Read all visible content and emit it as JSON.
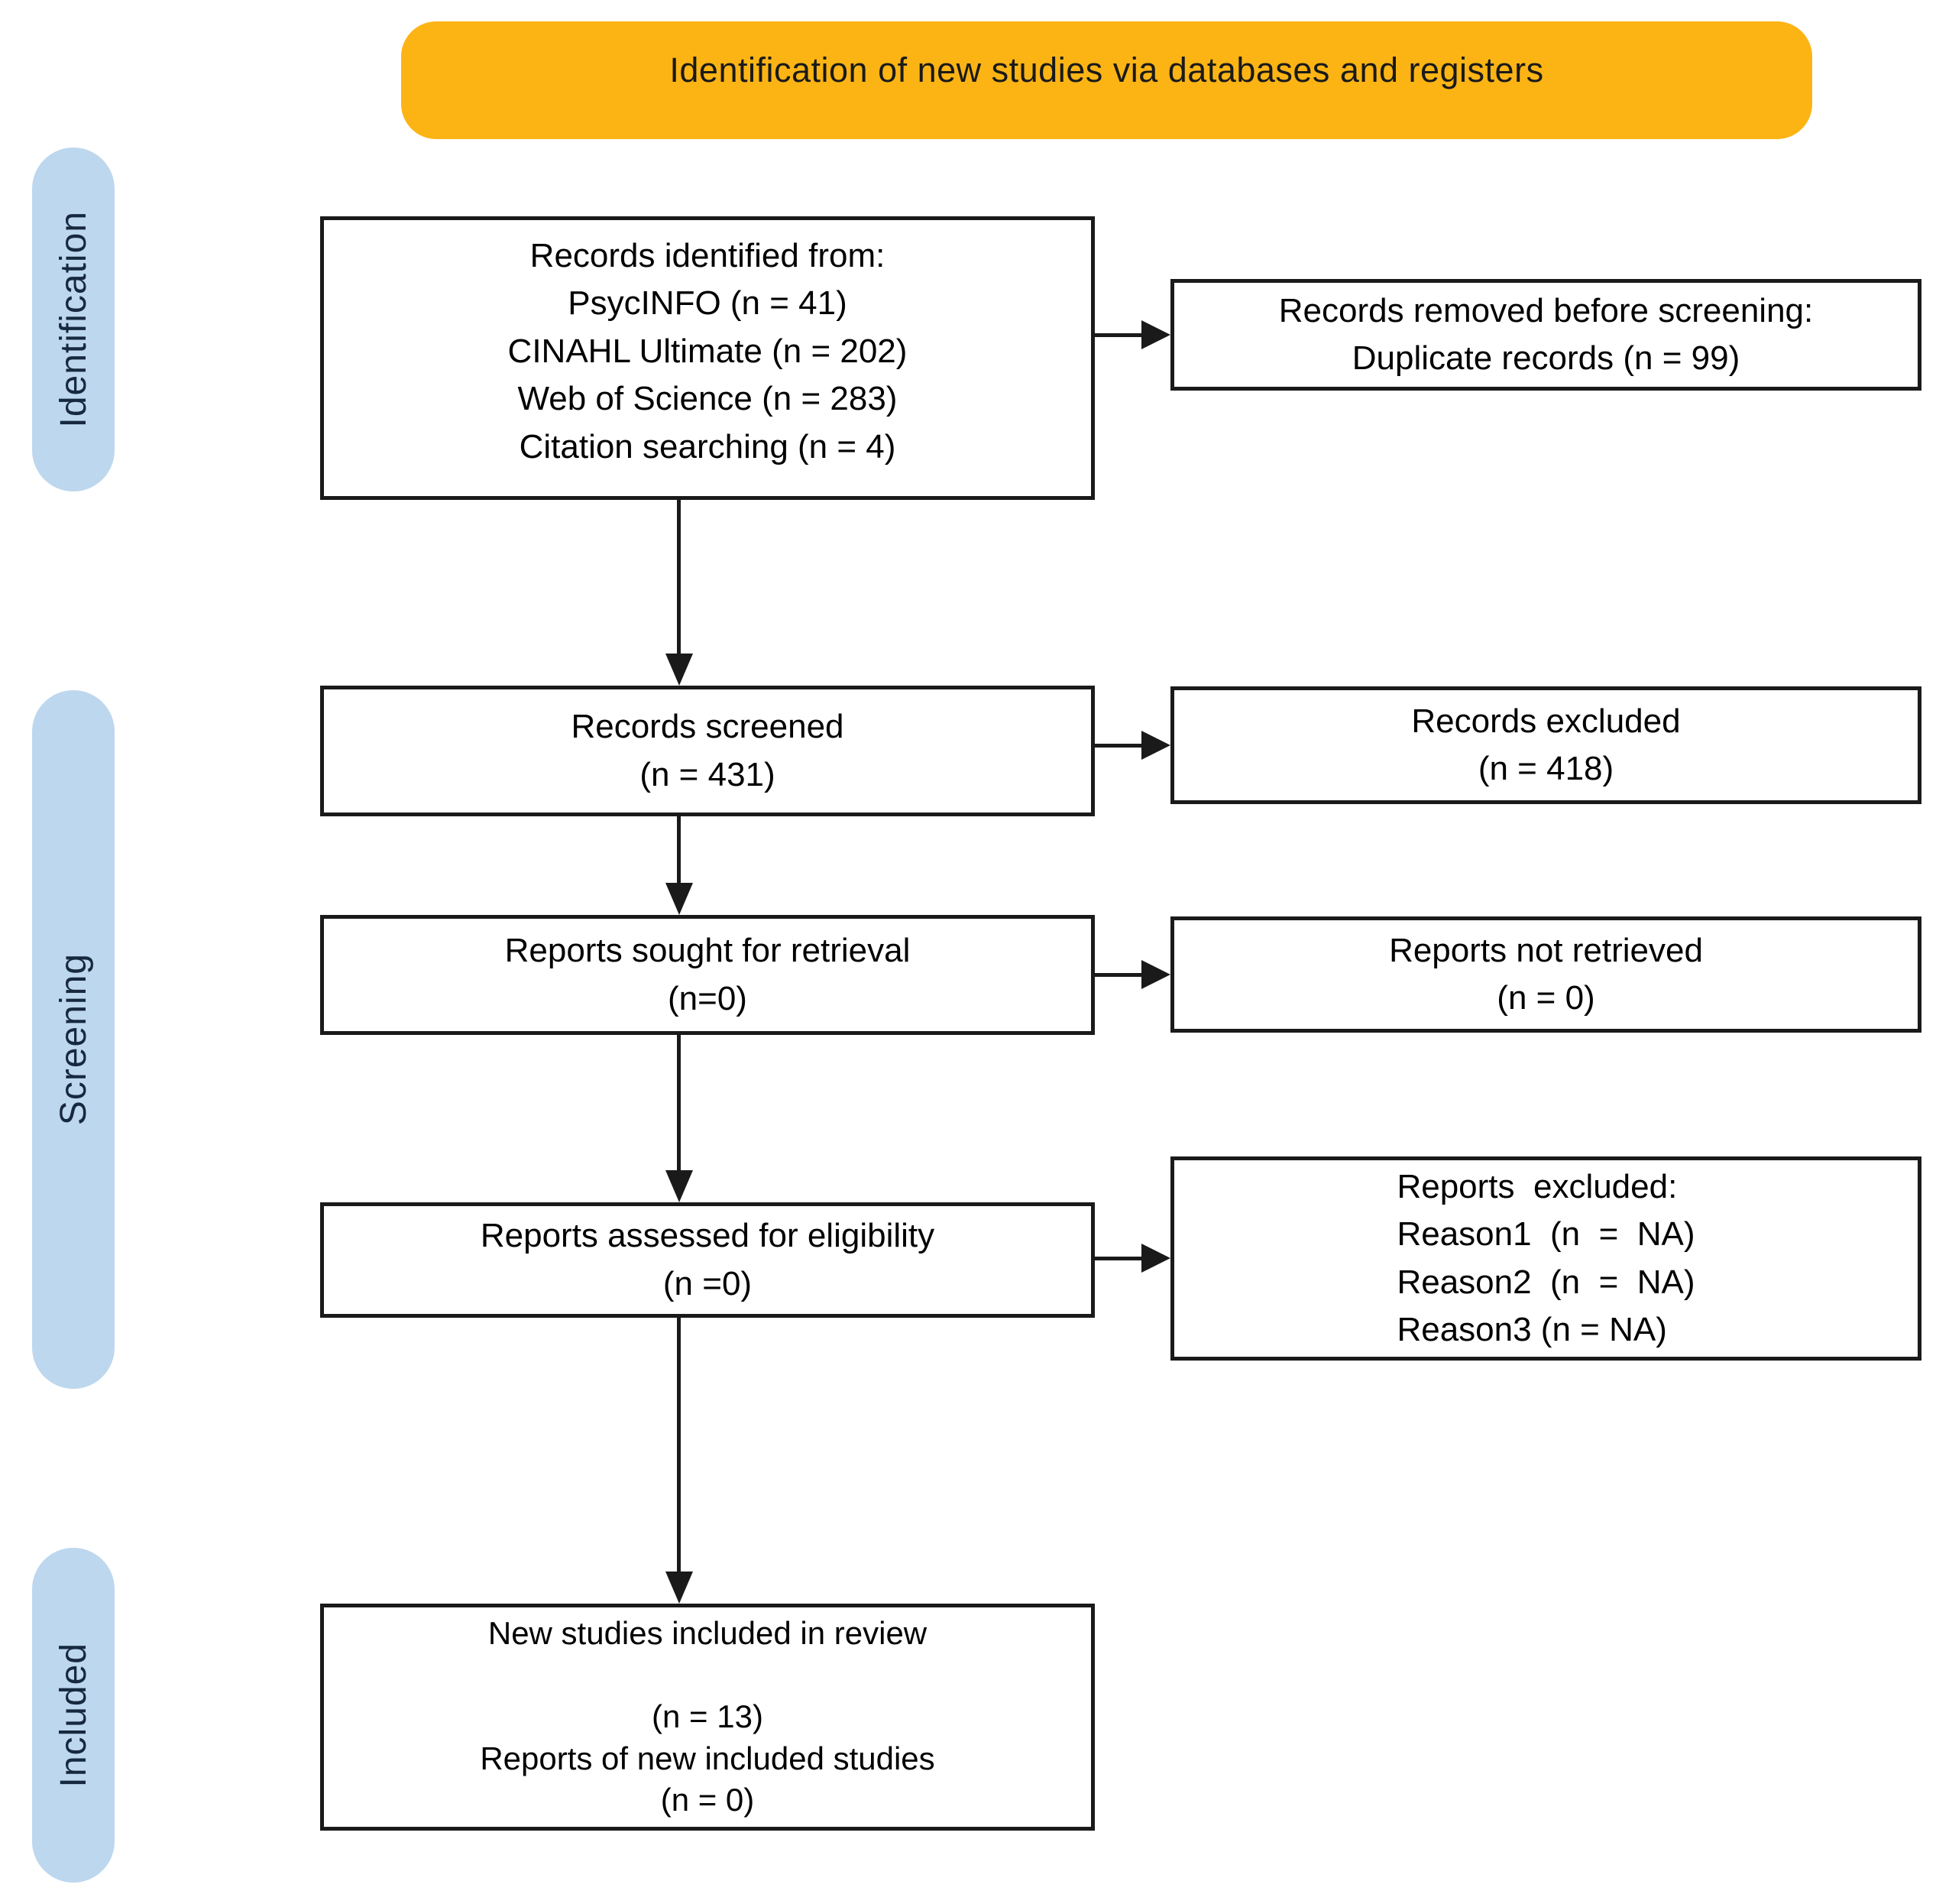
{
  "banner": {
    "title": "Identification of new studies via databases and registers"
  },
  "stages": [
    {
      "label": "Identification"
    },
    {
      "label": "Screening"
    },
    {
      "label": "Included"
    }
  ],
  "flow": {
    "identified": {
      "text": "Records identified from:\nPsycINFO (n = 41)\nCINAHL Ultimate (n = 202)\nWeb of Science (n = 283)\nCitation searching (n = 4)"
    },
    "removed": {
      "text": "Records removed before screening:\nDuplicate records (n = 99)"
    },
    "screened": {
      "text": "Records screened\n(n = 431)"
    },
    "excluded": {
      "text": "Records excluded\n(n = 418)"
    },
    "sought": {
      "text": "Reports sought for retrieval\n(n=0)"
    },
    "not_retrieved": {
      "text": "Reports not retrieved\n(n = 0)"
    },
    "assessed": {
      "text": "Reports assessed for eligibility\n(n =0)"
    },
    "reports_excluded": {
      "text": "Reports  excluded:\nReason1  (n  =  NA)\nReason2  (n  =  NA)\nReason3 (n = NA)"
    },
    "included": {
      "text": "New studies included in review\n\n(n = 13)\nReports of new included studies\n(n = 0)"
    }
  },
  "counts": {
    "psycinfo": 41,
    "cinahl_ultimate": 202,
    "web_of_science": 283,
    "citation_searching": 4,
    "duplicates_removed": 99,
    "records_screened": 431,
    "records_excluded": 418,
    "reports_sought": 0,
    "reports_not_retrieved": 0,
    "reports_assessed": 0,
    "new_studies_included": 13,
    "reports_of_new_included": 0
  },
  "colors": {
    "banner_bg": "#FCB414",
    "stage_bg": "#BDD7EE",
    "stage_text": "#17293E",
    "line": "#1A1A1A"
  }
}
